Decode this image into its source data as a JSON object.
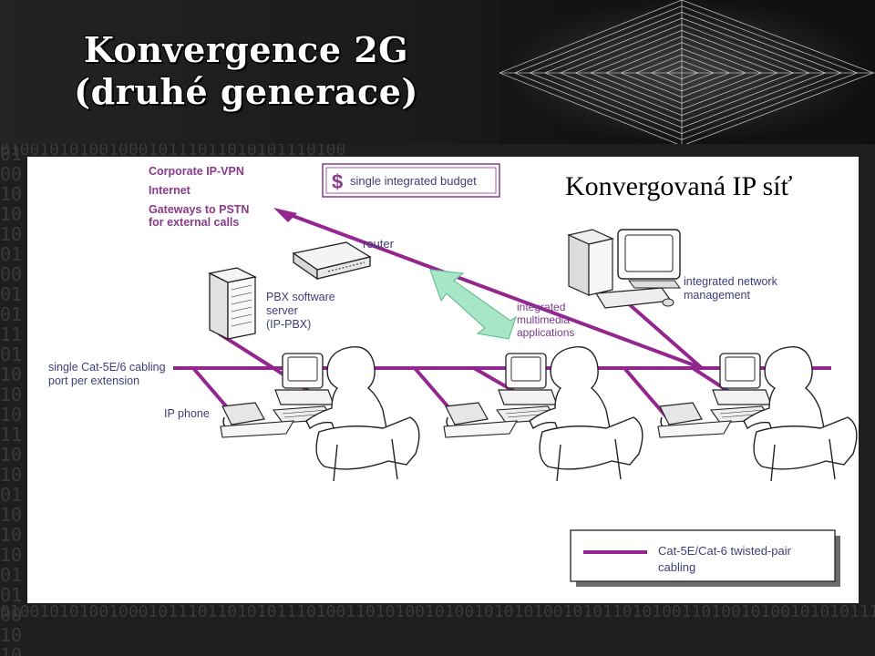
{
  "header": {
    "title_line1": "Konvergence 2G",
    "title_line2": "(druhé generace)"
  },
  "background": {
    "binary_pattern": "0100101010010001011101101010111010011010100101001010101001010110101001101001010010101011100100110"
  },
  "subtitle": "Konvergovaná IP síť",
  "diagram": {
    "external_services": [
      "Corporate IP-VPN",
      "Internet",
      "Gateways to PSTN",
      "for external calls"
    ],
    "budget_symbol": "$",
    "budget_label": "single integrated budget",
    "router_label": "router",
    "pbx_label": [
      "PBX software",
      "server",
      "(IP-PBX)"
    ],
    "multimedia_label": [
      "integrated",
      "multimedia",
      "applications"
    ],
    "management_label": [
      "integrated network",
      "management"
    ],
    "cabling_label": [
      "single Cat-5E/6 cabling",
      "port per extension"
    ],
    "ip_phone_label": "IP phone",
    "legend_label": [
      "Cat-5E/Cat-6 twisted-pair",
      "cabling"
    ],
    "colors": {
      "cable": "#93268f",
      "arrow": "#a8e6c8",
      "dark_text": "#3d3d7a",
      "accent_text": "#8a3a8a"
    }
  }
}
